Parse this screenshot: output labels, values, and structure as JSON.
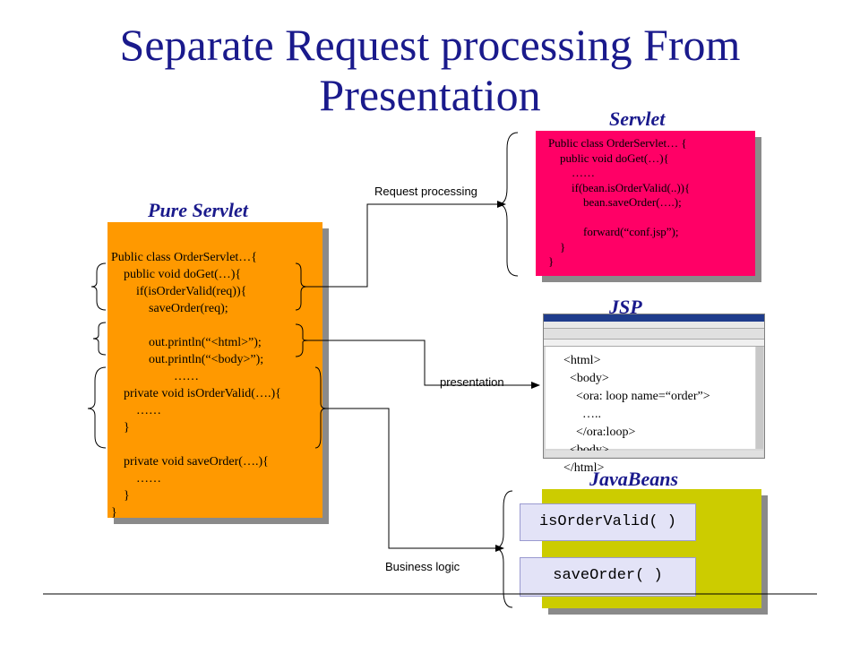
{
  "title": "Separate Request processing From Presentation",
  "labels": {
    "pure_servlet": "Pure Servlet",
    "servlet": "Servlet",
    "jsp": "JSP",
    "javabeans": "JavaBeans"
  },
  "arrows": {
    "request_processing": "Request processing",
    "presentation": "presentation",
    "business_logic": "Business logic"
  },
  "pure_servlet_code": "Public class OrderServlet…{\n    public void doGet(…){\n        if(isOrderValid(req)){\n            saveOrder(req);\n\n            out.println(“<html>”);\n            out.println(“<body>”);\n                    ……\n    private void isOrderValid(….){\n        ……\n    }\n\n    private void saveOrder(….){\n        ……\n    }\n}",
  "servlet_code": "Public class OrderServlet… {\n    public void doGet(…){\n        ……\n        if(bean.isOrderValid(..)){\n            bean.saveOrder(….);\n\n            forward(“conf.jsp”);\n    }\n}",
  "jsp_code": "<html>\n  <body>\n    <ora: loop name=“order”>\n      …..\n    </ora:loop>\n  <body>\n</html>",
  "beans": {
    "is_order_valid": "isOrderValid( )",
    "save_order": "saveOrder( )"
  },
  "colors": {
    "title": "#1a1a8c",
    "pure_servlet_box": "#ff9900",
    "servlet_box": "#ff0066",
    "javabeans_box": "#cccc00",
    "bean_button": "#e3e3f7"
  }
}
